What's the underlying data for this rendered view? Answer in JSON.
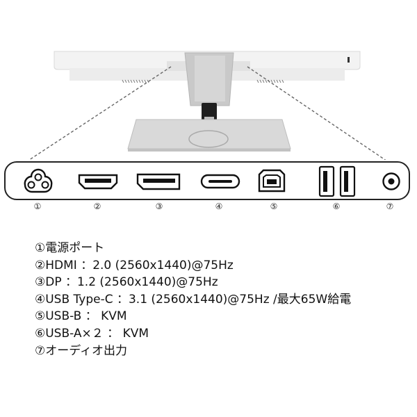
{
  "ports": [
    {
      "index": "①",
      "icon": "power-icon"
    },
    {
      "index": "②",
      "icon": "hdmi-port-icon"
    },
    {
      "index": "③",
      "icon": "displayport-icon"
    },
    {
      "index": "④",
      "icon": "usb-c-port-icon"
    },
    {
      "index": "⑤",
      "icon": "usb-b-port-icon"
    },
    {
      "index": "⑥",
      "icon": "usb-a-port-icon"
    },
    {
      "index": "⑦",
      "icon": "audio-jack-icon"
    }
  ],
  "legend": [
    "①電源ポート",
    "②HDMI ：2.0 (2560x1440)@75Hz",
    "③DP ：1.2 (2560x1440)@75Hz",
    "④USB Type-C ：3.1 (2560x1440)@75Hz /最大65W給電",
    "⑤USB-B ： KVM",
    "⑥USB-A×２ ： KVM",
    "⑦オーディオ出力"
  ],
  "colors": {
    "outline": "#222222",
    "monitor_body": "#f2f2f2",
    "stand": "#c8c8c8"
  }
}
